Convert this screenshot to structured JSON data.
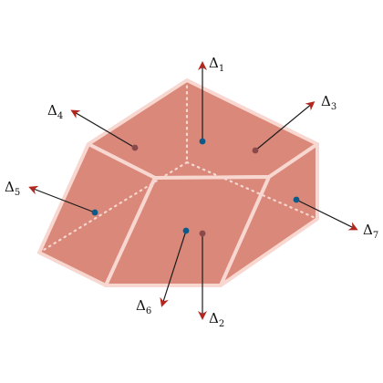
{
  "colors": {
    "face": "#d9887a",
    "edge": "#f7d7cf",
    "arrow_dark": "#1a1a1a",
    "arrow_red": "#b3261e",
    "dot_blue": "#0b5a8a",
    "dot_brown": "#8b4a4a"
  },
  "labels": [
    {
      "id": "d1",
      "symbol": "Δ",
      "sub": "1"
    },
    {
      "id": "d2",
      "symbol": "Δ",
      "sub": "2"
    },
    {
      "id": "d3",
      "symbol": "Δ",
      "sub": "3"
    },
    {
      "id": "d4",
      "symbol": "Δ",
      "sub": "4"
    },
    {
      "id": "d5",
      "symbol": "Δ",
      "sub": "5"
    },
    {
      "id": "d6",
      "symbol": "Δ",
      "sub": "6"
    },
    {
      "id": "d7",
      "symbol": "Δ",
      "sub": "7"
    }
  ]
}
